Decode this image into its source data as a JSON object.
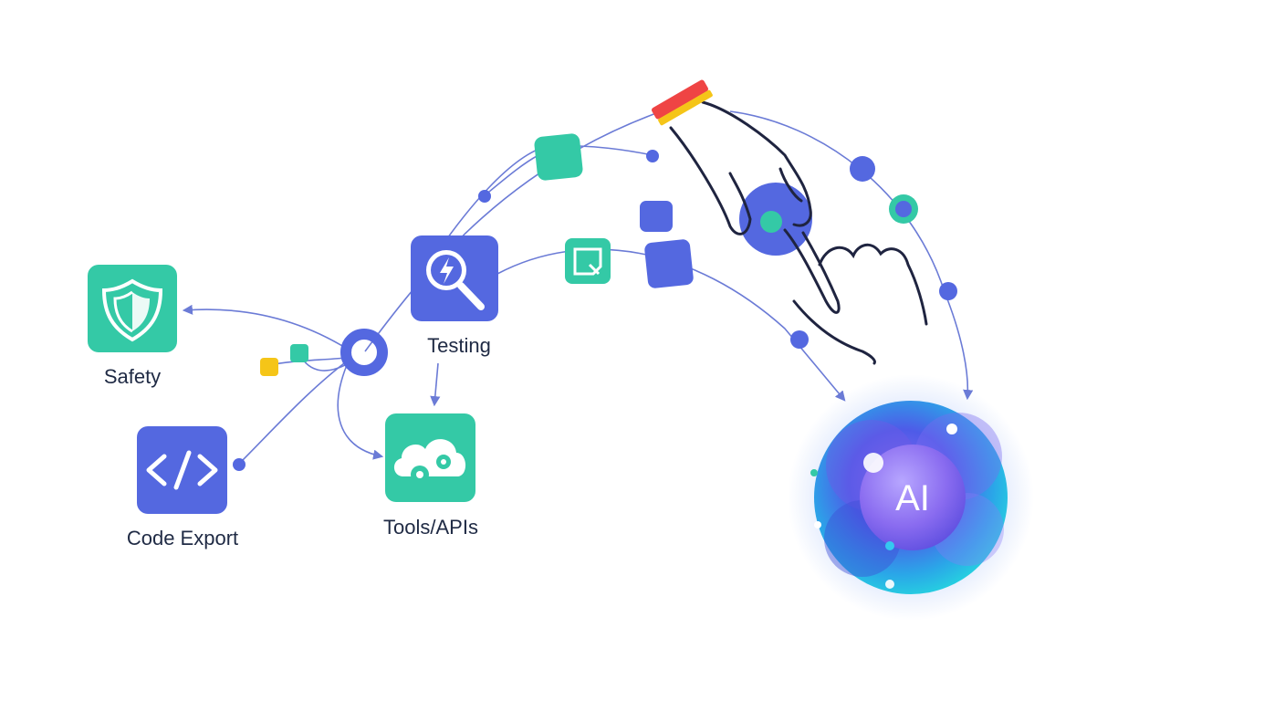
{
  "title": "",
  "nodes": {
    "safety": {
      "label": "Safety",
      "icon": "shield-icon",
      "color": "#34C9A6"
    },
    "code_export": {
      "label": "Code Export",
      "icon": "code-brackets-icon",
      "color": "#5468E0"
    },
    "testing": {
      "label": "Testing",
      "icon": "magnifier-lightning-icon",
      "color": "#5468E0"
    },
    "tools_apis": {
      "label": "Tools/APIs",
      "icon": "cloud-gears-icon",
      "color": "#34C9A6"
    },
    "ai": {
      "label": "AI"
    }
  },
  "decorations": {
    "hub_icon": "ring-hub-icon",
    "hand_icon": "pointing-hand-icon",
    "bracelet_icon": "wristband-icon"
  },
  "colors": {
    "primary": "#5468E0",
    "teal": "#34C9A6",
    "yellow": "#F5C518",
    "red": "#EF4444",
    "line": "#6B7BD6",
    "text": "#1f2a44"
  }
}
